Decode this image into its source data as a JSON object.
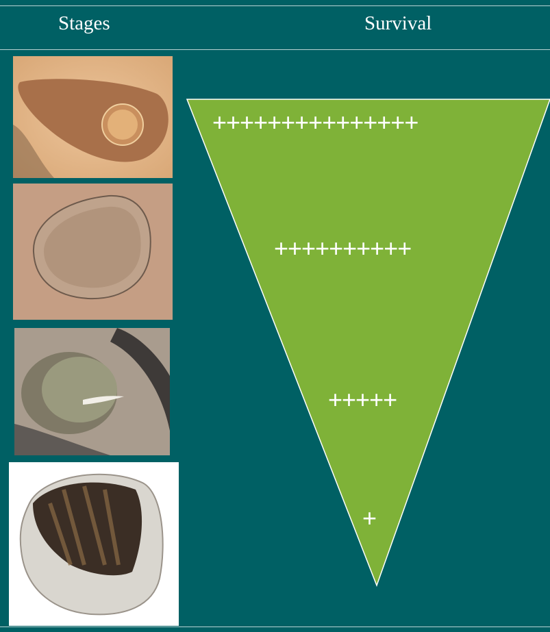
{
  "header": {
    "stages_label": "Stages",
    "survival_label": "Survival"
  },
  "stages": [
    {
      "name": "stage-1-egg-image"
    },
    {
      "name": "stage-2-larva-image"
    },
    {
      "name": "stage-3-juvenile-image"
    },
    {
      "name": "stage-4-adult-shell-image"
    }
  ],
  "survival_rows": [
    {
      "marks": "+++++++++++++++"
    },
    {
      "marks": "++++++++++"
    },
    {
      "marks": "+++++"
    },
    {
      "marks": "+"
    }
  ],
  "colors": {
    "background": "#006064",
    "funnel_fill": "#7fb238",
    "funnel_stroke": "#ffffff",
    "text": "#ffffff"
  }
}
